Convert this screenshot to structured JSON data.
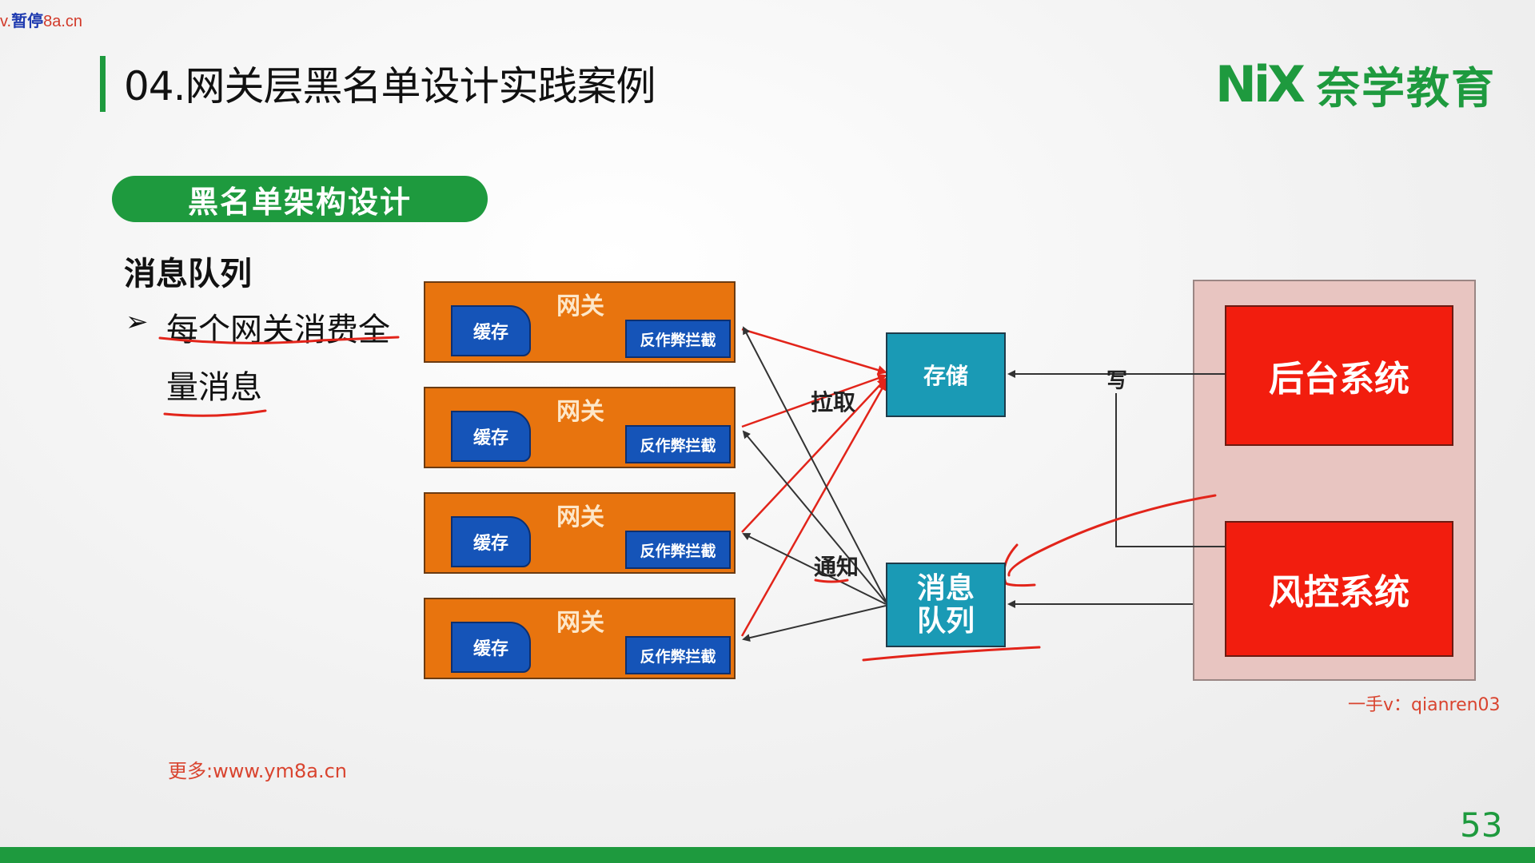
{
  "corner_watermark": {
    "prefix": "v.",
    "pause": "暂停",
    "suffix": "8a.cn"
  },
  "slide": {
    "title": "04.网关层黑名单设计实践案例",
    "logo_mark": "NiX",
    "logo_text": "奈学教育",
    "section_pill": "黑名单架构设计",
    "subhead": "消息队列",
    "bullet_line1": "每个网关消费全",
    "bullet_line2": "量消息",
    "page_number": "53"
  },
  "diagram": {
    "gateways": [
      {
        "label": "网关",
        "cache": "缓存",
        "block": "反作弊拦截"
      },
      {
        "label": "网关",
        "cache": "缓存",
        "block": "反作弊拦截"
      },
      {
        "label": "网关",
        "cache": "缓存",
        "block": "反作弊拦截"
      },
      {
        "label": "网关",
        "cache": "缓存",
        "block": "反作弊拦截"
      }
    ],
    "storage": "存储",
    "mq_line1": "消息",
    "mq_line2": "队列",
    "backend": "后台系统",
    "risk": "风控系统",
    "label_pull": "拉取",
    "label_notify": "通知",
    "label_write": "写"
  },
  "watermarks": {
    "id": "一手v：qianren03",
    "more": "更多:www.ym8a.cn"
  },
  "colors": {
    "accent_green": "#1e9a3e",
    "gateway_orange": "#e8740e",
    "inner_blue": "#1554b8",
    "teal": "#1a9ab5",
    "system_red": "#f21d0e",
    "annotation_red": "#e2241a"
  }
}
